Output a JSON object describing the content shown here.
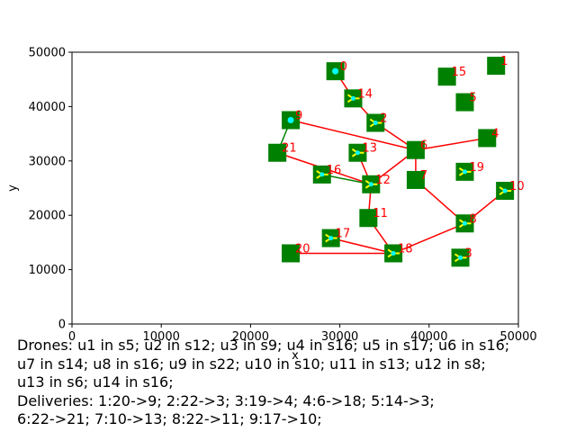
{
  "chart_data": {
    "type": "scatter",
    "title": "",
    "xlabel": "x",
    "ylabel": "y",
    "xlim": [
      0,
      50000
    ],
    "ylim": [
      0,
      50000
    ],
    "xticks": [
      "0",
      "10000",
      "20000",
      "30000",
      "40000",
      "50000"
    ],
    "yticks": [
      "0",
      "10000",
      "20000",
      "30000",
      "40000",
      "50000"
    ],
    "grid": false,
    "colors": {
      "station": "#008000",
      "route": "#ff0000",
      "link": "#008000",
      "label": "#ff0000",
      "drone": "#ffff00",
      "marker": "#00ffff"
    },
    "nodes": [
      {
        "id": "0",
        "x": 29500,
        "y": 46500,
        "marker": "dot"
      },
      {
        "id": "1",
        "x": 47500,
        "y": 47500,
        "marker": "none"
      },
      {
        "id": "2",
        "x": 34000,
        "y": 37000,
        "marker": "drone"
      },
      {
        "id": "3",
        "x": 43500,
        "y": 12200,
        "marker": "drone"
      },
      {
        "id": "4",
        "x": 46500,
        "y": 34200,
        "marker": "none"
      },
      {
        "id": "5",
        "x": 44000,
        "y": 40800,
        "marker": "none"
      },
      {
        "id": "6",
        "x": 38500,
        "y": 32000,
        "marker": "none"
      },
      {
        "id": "7",
        "x": 38500,
        "y": 26500,
        "marker": "none"
      },
      {
        "id": "8",
        "x": 44000,
        "y": 18500,
        "marker": "drone"
      },
      {
        "id": "9",
        "x": 24500,
        "y": 37500,
        "marker": "dot"
      },
      {
        "id": "10",
        "x": 48500,
        "y": 24500,
        "marker": "drone"
      },
      {
        "id": "11",
        "x": 33200,
        "y": 19500,
        "marker": "none"
      },
      {
        "id": "12",
        "x": 33500,
        "y": 25700,
        "marker": "drone"
      },
      {
        "id": "13",
        "x": 32000,
        "y": 31500,
        "marker": "drone"
      },
      {
        "id": "14",
        "x": 31500,
        "y": 41500,
        "marker": "drone"
      },
      {
        "id": "15",
        "x": 42000,
        "y": 45500,
        "marker": "none"
      },
      {
        "id": "16",
        "x": 28000,
        "y": 27500,
        "marker": "drone"
      },
      {
        "id": "17",
        "x": 29000,
        "y": 15800,
        "marker": "drone"
      },
      {
        "id": "18",
        "x": 36000,
        "y": 13000,
        "marker": "drone"
      },
      {
        "id": "19",
        "x": 44000,
        "y": 28000,
        "marker": "drone"
      },
      {
        "id": "20",
        "x": 24500,
        "y": 13000,
        "marker": "none"
      },
      {
        "id": "21",
        "x": 23000,
        "y": 31500,
        "marker": "none"
      }
    ],
    "red_edges": [
      [
        "0",
        "14"
      ],
      [
        "14",
        "2"
      ],
      [
        "2",
        "6"
      ],
      [
        "9",
        "6"
      ],
      [
        "6",
        "4"
      ],
      [
        "6",
        "12"
      ],
      [
        "6",
        "7"
      ],
      [
        "7",
        "8"
      ],
      [
        "8",
        "10"
      ],
      [
        "8",
        "18"
      ],
      [
        "21",
        "12"
      ],
      [
        "13",
        "12"
      ],
      [
        "12",
        "11"
      ],
      [
        "11",
        "18"
      ],
      [
        "17",
        "18"
      ],
      [
        "20",
        "18"
      ]
    ],
    "green_edges": [
      [
        "9",
        "21"
      ],
      [
        "16",
        "12"
      ]
    ]
  },
  "caption": {
    "lines": [
      "Drones: u1 in s5; u2 in s12; u3 in s9; u4 in s16; u5 in s17; u6 in s16;",
      "u7 in s14; u8 in s16; u9 in s22; u10 in s10; u11 in s13; u12 in s8;",
      "u13 in s6; u14 in s16;",
      "Deliveries: 1:20->9; 2:22->3; 3:19->4; 4:6->18; 5:14->3;",
      "6:22->21; 7:10->13; 8:22->11; 9:17->10;"
    ]
  }
}
